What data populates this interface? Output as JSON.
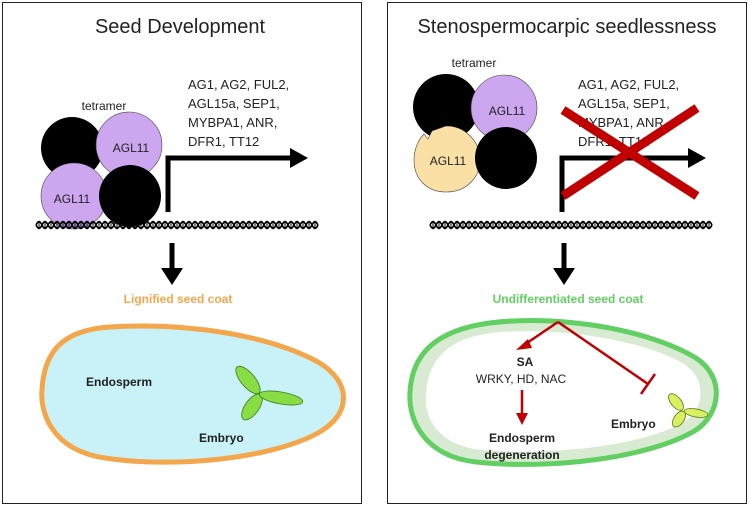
{
  "left": {
    "title": "Seed Development",
    "tetramer_label": "tetramer",
    "protein_top": "AGL11",
    "protein_bottom": "AGL11",
    "genes": [
      "AG1, AG2, FUL2,",
      "AGL15a, SEP1,",
      "MYBPA1, ANR,",
      "DFR1, TT12"
    ],
    "coat_label": "Lignified seed coat",
    "endosperm_label": "Endosperm",
    "embryo_label": "Embryo"
  },
  "right": {
    "title": "Stenospermocarpic seedlessness",
    "tetramer_label": "tetramer",
    "protein_top": "AGL11",
    "protein_bottom": "AGL11",
    "genes": [
      "AG1, AG2, FUL2,",
      "AGL15a, SEP1,",
      "MYBPA1, ANR,",
      "DFR1, TT12"
    ],
    "coat_label": "Undifferentiated seed coat",
    "sa_label": "SA",
    "tf_label": "WRKY, HD, NAC",
    "endosperm_label_1": "Endosperm",
    "endosperm_label_2": "degeneration",
    "embryo_label": "Embryo"
  },
  "colors": {
    "agl11_purple": "#cda6f0",
    "agl11_mutant": "#fbe0a6",
    "lignified_coat": "#f4a64a",
    "endosperm_fill": "#c8f2f7",
    "undiff_coat": "#62cf62",
    "undiff_fill": "#d9ead3",
    "inhibition_red": "#c00000",
    "embryo_green": "#88dd44",
    "embryo_yellow": "#d8f060"
  }
}
